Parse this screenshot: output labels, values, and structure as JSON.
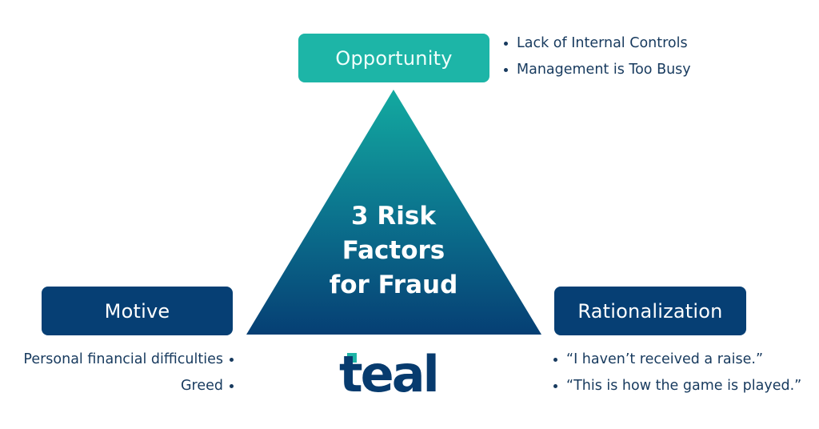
{
  "diagram": {
    "title_lines": [
      "3 Risk",
      "Factors",
      "for Fraud"
    ],
    "nodes": {
      "opportunity": {
        "label": "Opportunity",
        "color": "#1db5a7",
        "items": [
          "Lack of Internal Controls",
          "Management is Too Busy"
        ]
      },
      "motive": {
        "label": "Motive",
        "color": "#063f74",
        "items": [
          "Personal financial difficulties",
          "Greed"
        ]
      },
      "rationalization": {
        "label": "Rationalization",
        "color": "#063f74",
        "items": [
          "“I haven’t received a raise.”",
          "“This is how the game is played.”"
        ]
      }
    },
    "triangle": {
      "gradient_top": "#13aaa0",
      "gradient_bottom": "#063f74"
    }
  },
  "brand": {
    "logo_text": "teal",
    "logo_color": "#073b6e",
    "accent_color": "#1db5a7"
  }
}
